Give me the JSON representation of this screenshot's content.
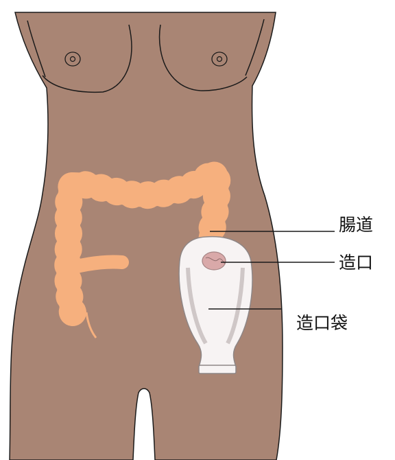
{
  "colors": {
    "background": "#ffffff",
    "skin": "#a98574",
    "outline": "#1a1a1a",
    "intestine": "#f6b07e",
    "bag": "#f7f3f3",
    "stoma": "#d9a9a9",
    "leader_line": "#1a1a1a",
    "label_text": "#111111"
  },
  "labels": {
    "intestine": "腸道",
    "stoma": "造口",
    "bag": "造口袋"
  }
}
